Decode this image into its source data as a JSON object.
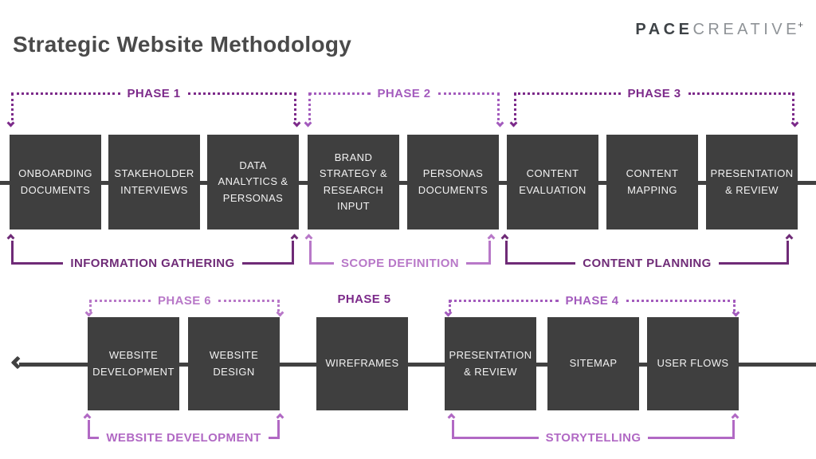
{
  "title": "Strategic Website Methodology",
  "logo": {
    "primary": "PACE",
    "secondary": "CREATIVE",
    "mark": "+"
  },
  "colors": {
    "box_background": "#3f3f3f",
    "box_text": "#f2f2f2",
    "connector_line": "#414141",
    "title_text": "#4a4a4a",
    "logo_primary": "#3e4347",
    "logo_secondary": "#8f9397",
    "phase_dark_purple": "#7c2a8a",
    "phase_medium_purple": "#a35bbd",
    "phase_light_purple": "#b878c8",
    "stage_dark_purple": "#6f2b77",
    "stage_light_purple": "#b169c4"
  },
  "top_flow": {
    "phases": [
      {
        "label": "PHASE 1"
      },
      {
        "label": "PHASE 2"
      },
      {
        "label": "PHASE 3"
      }
    ],
    "steps": [
      "ONBOARDING DOCUMENTS",
      "STAKEHOLDER INTERVIEWS",
      "DATA ANALYTICS & PERSONAS",
      "BRAND STRATEGY & RESEARCH INPUT",
      "PERSONAS DOCUMENTS",
      "CONTENT EVALUATION",
      "CONTENT MAPPING",
      "PRESENTATION & REVIEW"
    ],
    "stages": [
      {
        "label": "INFORMATION GATHERING"
      },
      {
        "label": "SCOPE DEFINITION"
      },
      {
        "label": "CONTENT PLANNING"
      }
    ]
  },
  "bottom_flow": {
    "phases": [
      {
        "label": "PHASE 6"
      },
      {
        "label": "PHASE 5"
      },
      {
        "label": "PHASE 4"
      }
    ],
    "steps": [
      "WEBSITE DEVELOPMENT",
      "WEBSITE DESIGN",
      "WIREFRAMES",
      "PRESENTATION & REVIEW",
      "SITEMAP",
      "USER FLOWS"
    ],
    "stages": [
      {
        "label": "WEBSITE DEVELOPMENT"
      },
      {
        "label": "STORYTELLING"
      }
    ]
  }
}
